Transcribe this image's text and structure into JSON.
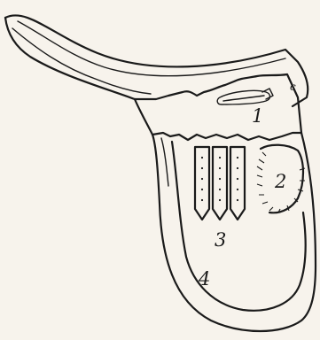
{
  "diagram": {
    "labels": {
      "tree_point": "c",
      "skirt": "1",
      "knee_roll": "2",
      "girth_straps": "3",
      "flap": "4"
    }
  }
}
